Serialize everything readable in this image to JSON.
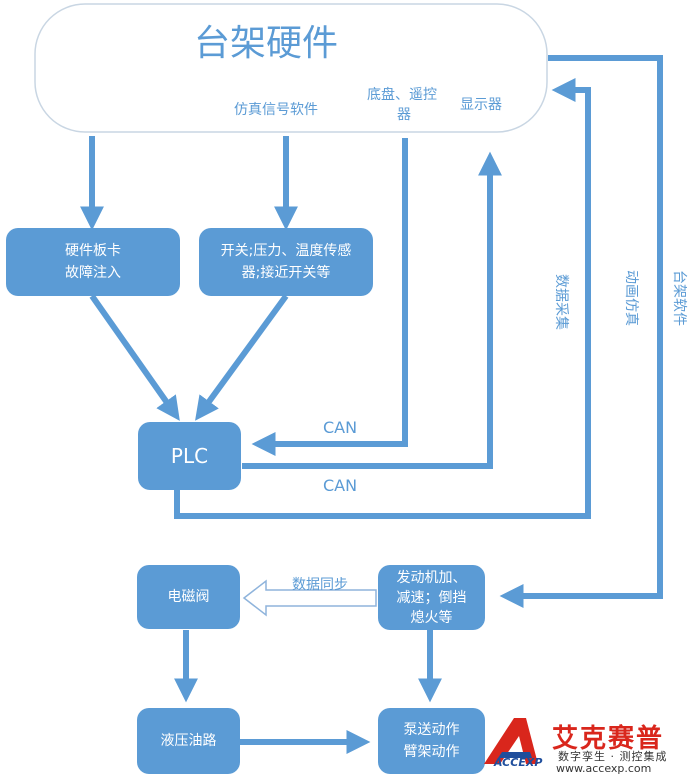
{
  "top_block": {
    "title": "台架硬件",
    "sim_software": "仿真信号软件",
    "chassis_line1": "底盘、遥控",
    "chassis_line2": "器",
    "display": "显示器"
  },
  "boxes": {
    "hw_card_line1": "硬件板卡",
    "hw_card_line2": "故障注入",
    "sensors_line1": "开关;压力、温度传感",
    "sensors_line2": "器;接近开关等",
    "plc": "PLC",
    "solenoid": "电磁阀",
    "engine_line1": "发动机加、",
    "engine_line2": "减速；倒挡",
    "engine_line3": "熄火等",
    "hydraulic": "液压油路",
    "pump_line1": "泵送动作",
    "pump_line2": "臂架动作"
  },
  "labels": {
    "can_top": "CAN",
    "can_bottom": "CAN",
    "data_sync": "数据同步",
    "data_collect": "数据采集",
    "animation": "动画仿真",
    "rig_software": "台架软件"
  },
  "logo": {
    "brand": "艾克赛普",
    "slogan": "数字孪生 · 测控集成",
    "url": "www.accexp.com",
    "mark": "ACCEXP"
  },
  "colors": {
    "accent": "#5b9bd5",
    "logo_red": "#d9261c"
  }
}
